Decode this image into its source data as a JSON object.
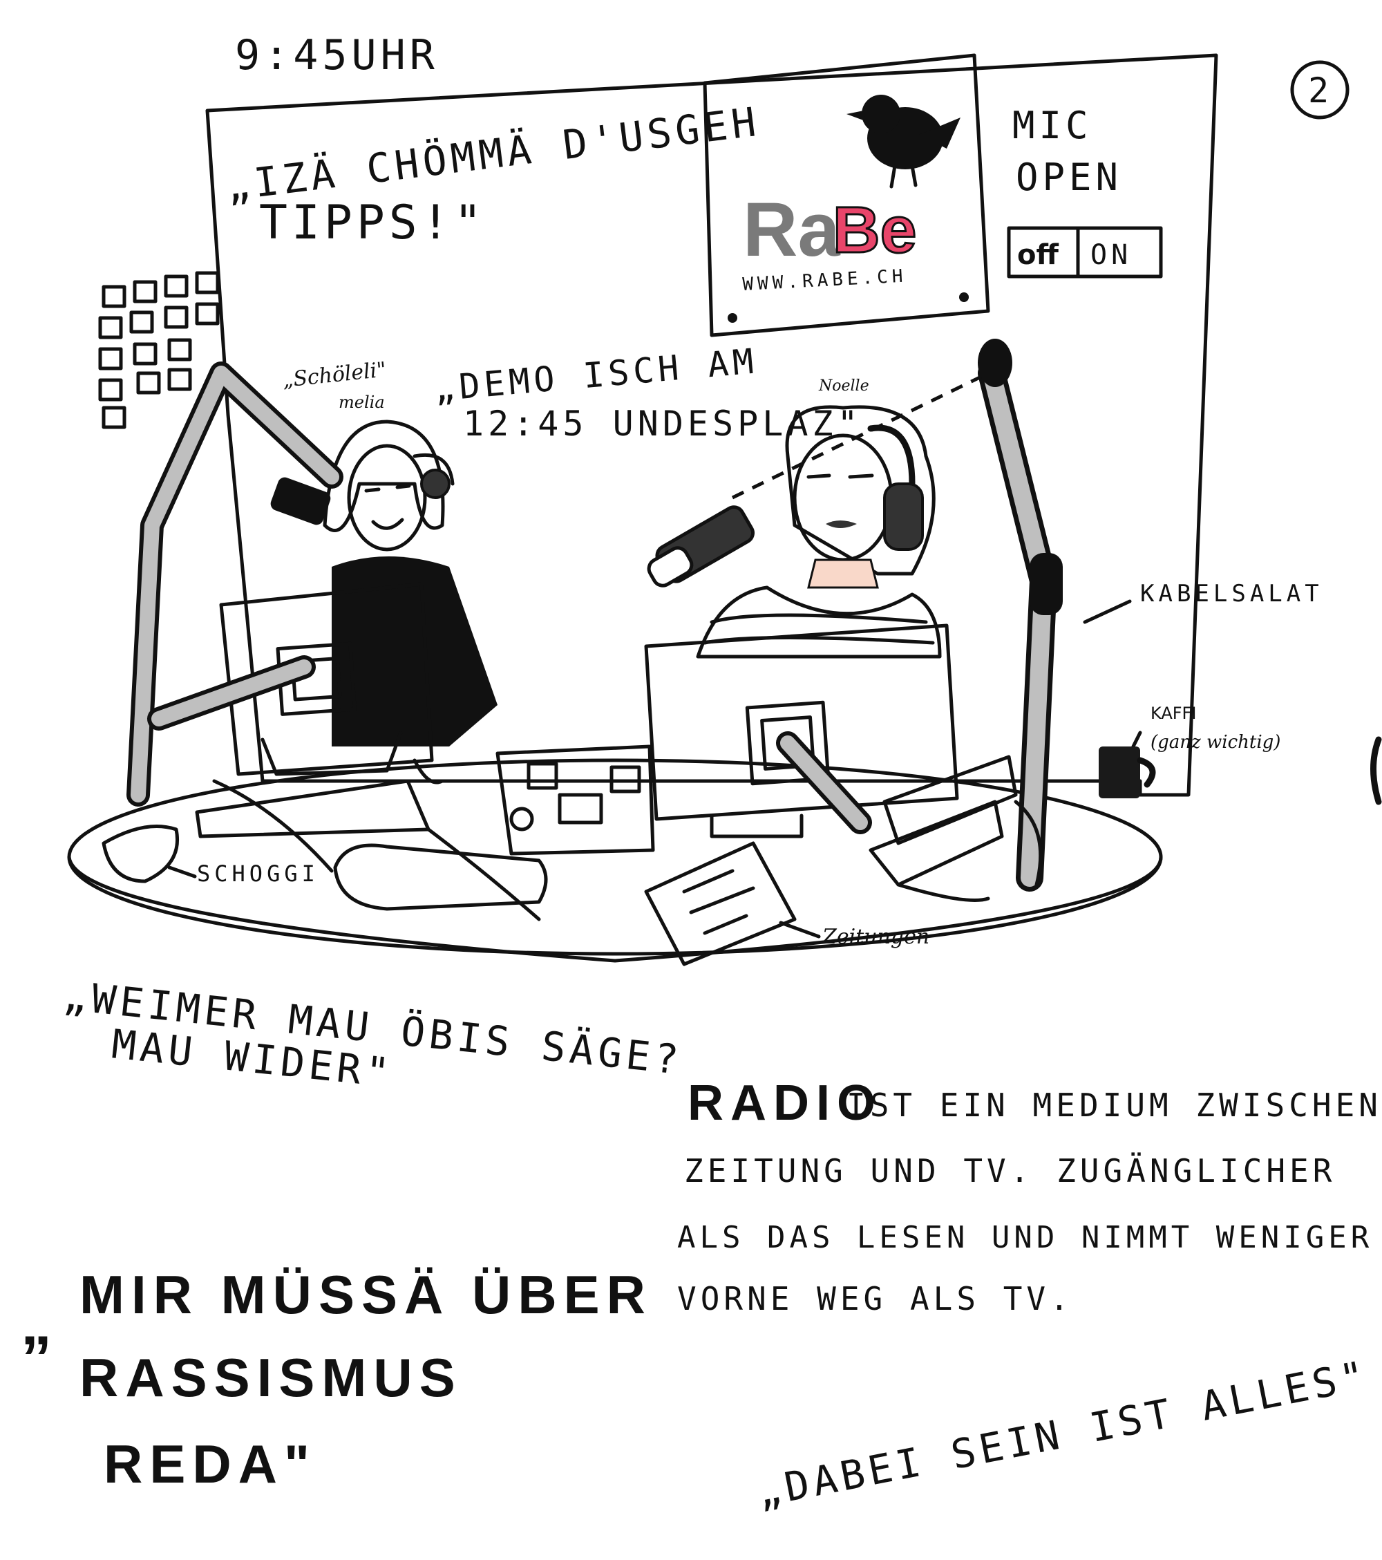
{
  "colors": {
    "backdrop_pink": "#f5909f",
    "monitor_gray": "#bfbfbf",
    "table_white": "#f7f7f7",
    "paper_blue": "#8fa3e6",
    "off_blue": "#8a9cf0",
    "on_pink": "#f06b82",
    "ink": "#111111",
    "hair_blonde": "#f3e37c",
    "hair_brown": "#9a6a4b",
    "skin": "#f9d8c9",
    "chocolate_pink": "#f4a3c0"
  },
  "header": {
    "time": "9:45UHR",
    "page_number": "2"
  },
  "backdrop": {
    "quote_line1": "„IZÄ CHÖMMÄ D'USGEH",
    "quote_line2": "TIPPS!\"",
    "demo_line1": "„DEMO ISCH AM",
    "demo_line2": "12:45  UNDESPLAZ\"",
    "demo_note": "melia",
    "demo_note_right": "Noelle",
    "schoeleli": "„Schöleli\""
  },
  "logo": {
    "brand_ra": "Ra",
    "brand_be": "Be",
    "url": "WWW.RABE.CH"
  },
  "mic_status": {
    "title_line1": "MIC",
    "title_line2": "OPEN",
    "off_label": "off",
    "on_label": "ON"
  },
  "annotations": {
    "kabelsalat": "KABELSALAT",
    "kaffi": "KAFFI",
    "kaffi_note": "(ganz wichtig)",
    "schoggi": "SCHOGGI",
    "zeitungen": "Zeitungen"
  },
  "bottom": {
    "weimer_line1": "„WEIMER MAU ÖBIS SÄGE?",
    "weimer_line2": "MAU WIDER\"",
    "radio_word": "RADIO",
    "radio_line1_rest": "IST EIN MEDIUM ZWISCHEN",
    "radio_line2": "ZEITUNG UND TV. ZUGÄNGLICHER",
    "radio_line3": "ALS DAS LESEN UND NIMMT WENIGER",
    "radio_line4": "VORNE WEG ALS TV.",
    "rassismus_line1": "MIR MÜSSÄ ÜBER",
    "rassismus_line2": "RASSISMUS",
    "rassismus_line3": "REDA\"",
    "rassismus_open_quote": "„",
    "dabei": "„DABEI SEIN IST ALLES\""
  }
}
